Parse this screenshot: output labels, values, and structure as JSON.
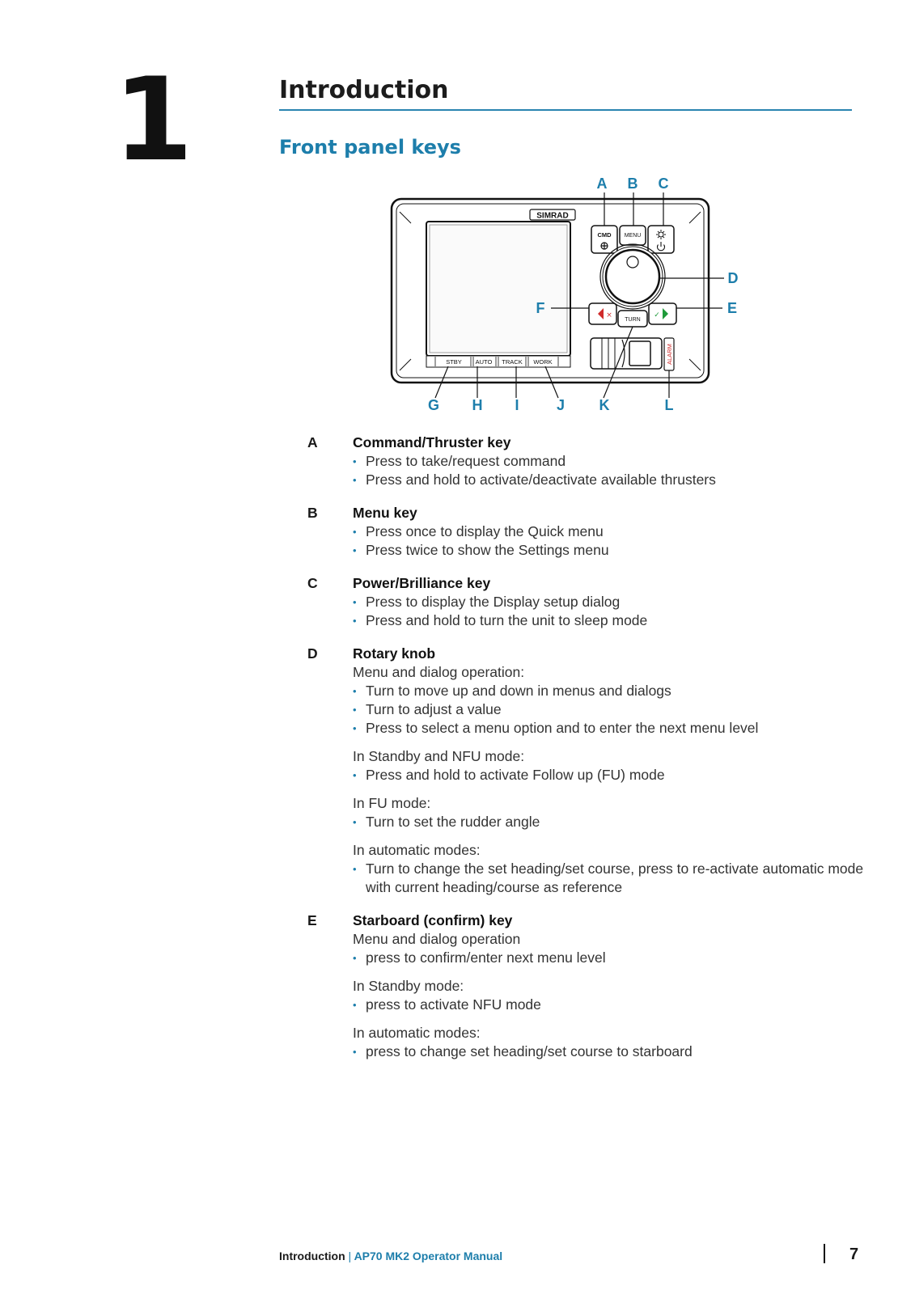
{
  "chapter": {
    "number": "1",
    "title": "Introduction"
  },
  "section": {
    "title": "Front panel keys"
  },
  "diagram": {
    "brand": "SIMRAD",
    "keys": {
      "cmd": "CMD",
      "menu": "MENU",
      "turn": "TURN",
      "alarm": "ALARM",
      "stby": "STBY",
      "auto": "AUTO",
      "track": "TRACK",
      "work": "WORK"
    },
    "callouts": [
      "A",
      "B",
      "C",
      "D",
      "E",
      "F",
      "G",
      "H",
      "I",
      "J",
      "K",
      "L"
    ],
    "colors": {
      "callout": "#1d7eab",
      "port_arrow": "#d02a2a",
      "starboard_arrow": "#1f9a3a"
    }
  },
  "entries": [
    {
      "letter": "A",
      "title": "Command/Thruster key",
      "blocks": [
        {
          "bullets": [
            "Press to take/request command",
            "Press and hold to activate/deactivate available thrusters"
          ]
        }
      ]
    },
    {
      "letter": "B",
      "title": "Menu key",
      "blocks": [
        {
          "bullets": [
            "Press once to display the Quick menu",
            "Press twice to show the Settings menu"
          ]
        }
      ]
    },
    {
      "letter": "C",
      "title": "Power/Brilliance key",
      "blocks": [
        {
          "bullets": [
            "Press to display the Display setup dialog",
            "Press and hold to turn the unit to sleep mode"
          ]
        }
      ]
    },
    {
      "letter": "D",
      "title": "Rotary knob",
      "blocks": [
        {
          "text": "Menu and dialog operation:",
          "bullets": [
            "Turn to move up and down in menus and dialogs",
            "Turn to adjust a value",
            "Press to select a menu option and to enter the next menu level"
          ]
        },
        {
          "text": "In Standby and NFU mode:",
          "bullets": [
            "Press and hold to activate Follow up (FU) mode"
          ]
        },
        {
          "text": "In FU mode:",
          "bullets": [
            "Turn to set the rudder angle"
          ]
        },
        {
          "text": "In automatic modes:",
          "bullets": [
            "Turn to change the set heading/set course, press to re-activate automatic mode with current heading/course as reference"
          ]
        }
      ]
    },
    {
      "letter": "E",
      "title": "Starboard (confirm) key",
      "blocks": [
        {
          "text": "Menu and dialog operation",
          "bullets": [
            "press to confirm/enter next menu level"
          ]
        },
        {
          "text": "In Standby mode:",
          "bullets": [
            "press to activate NFU mode"
          ]
        },
        {
          "text": "In automatic modes:",
          "bullets": [
            "press to change set heading/set course to starboard"
          ]
        }
      ]
    }
  ],
  "footer": {
    "section": "Introduction",
    "separator": "|",
    "manual": "AP70 MK2 Operator Manual",
    "page": "7"
  }
}
